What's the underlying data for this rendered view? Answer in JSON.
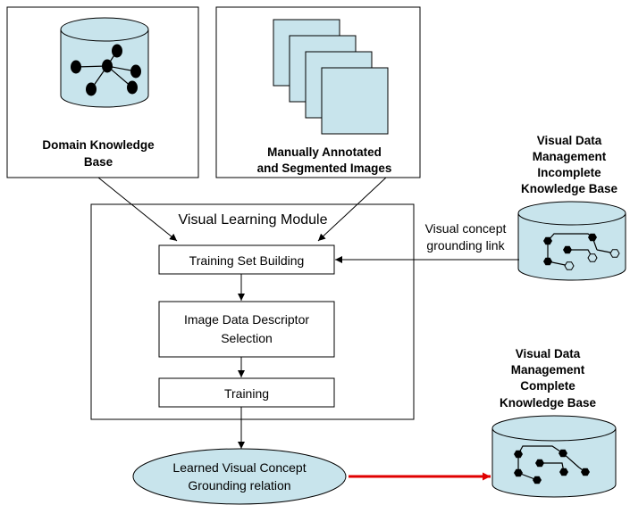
{
  "domain_kb": {
    "line1": "Domain Knowledge",
    "line2": "Base"
  },
  "images": {
    "line1": "Manually Annotated",
    "line2": "and Segmented Images"
  },
  "vdm_incomplete": {
    "line1": "Visual Data",
    "line2": "Management",
    "line3": "Incomplete",
    "line4": "Knowledge Base"
  },
  "vdm_complete": {
    "line1": "Visual Data",
    "line2": "Management",
    "line3": "Complete",
    "line4": "Knowledge Base"
  },
  "module": {
    "title": "Visual Learning Module"
  },
  "steps": {
    "training_set": "Training Set Building",
    "descriptor_line1": "Image Data Descriptor",
    "descriptor_line2": "Selection",
    "training": "Training"
  },
  "link": {
    "line1": "Visual concept",
    "line2": "grounding link"
  },
  "output": {
    "line1": "Learned Visual Concept",
    "line2": "Grounding relation"
  },
  "colors": {
    "cylinder_fill": "#c8e4ec",
    "highlight_arrow": "#e00000"
  }
}
